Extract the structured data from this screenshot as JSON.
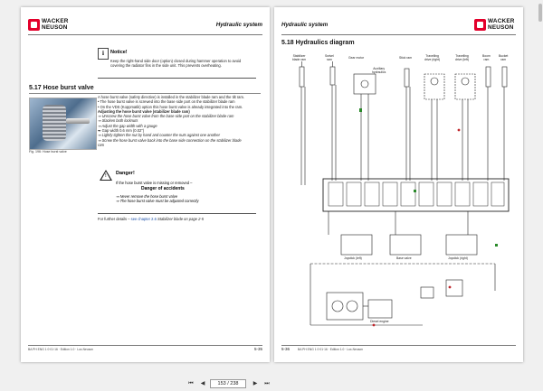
{
  "brand": {
    "line1": "WACKER",
    "line2": "NEUSON"
  },
  "left_page": {
    "header_title": "Hydraulic system",
    "notice": {
      "title": "Notice!",
      "body": "Keep the right-hand side door (option) closed during hammer operation to avoid covering the radiator fins in the side unit. This prevents overheating."
    },
    "section_title": "5.17 Hose burst valve",
    "figure_caption": "Fig. 196: Hose burst valve",
    "lines": [
      {
        "text": "A hose burst valve (safety directive) is installed in the stabilizer blade ram and the tilt ram.",
        "style": ""
      },
      {
        "text": "• The hose burst valve is screwed into the base side port on the stabilizer blade ram",
        "style": ""
      },
      {
        "text": "• On the VDS (Koppmatik) option this hose burst valve is already integrated into the ram.",
        "style": ""
      },
      {
        "text": "Adjusting the hose burst valve (stabilizer blade ram)",
        "style": "bold"
      },
      {
        "text": "⇒ Unscrew the hose burst valve from the base side port on the stabilizer blade ram",
        "style": "ital"
      },
      {
        "text": "⇒ Slacken both locknuts",
        "style": "ital"
      },
      {
        "text": "⇒ Adjust the gap width with a gauge",
        "style": "ital"
      },
      {
        "text": "    ➥ Gap width 0.6 mm (0.02\")",
        "style": ""
      },
      {
        "text": "⇒ Lightly tighten the nut by hand and counter the nuts against one another",
        "style": "ital"
      },
      {
        "text": "⇒ Screw the hose burst valve back into the base side connection on the stabilizer blade",
        "style": "ital"
      },
      {
        "text": "    ram",
        "style": "ital"
      }
    ],
    "danger": {
      "title": "Danger!",
      "intro": "If the hose burst valve is missing or removed –",
      "heading": "Danger of accidents",
      "l1": "⇒ Never remove the hose burst valve",
      "l2": "⇒ The hose burst valve must be adjusted correctly"
    },
    "further_prefix": "For further details –",
    "further_link": "see chapter 2.6",
    "further_suffix": "Stabilizer blade on page 2-5",
    "footer_doc": "BA PH ENG 1 0·01·16 · Edition 1.0 · Lux-Neuson",
    "page_number": "5-35"
  },
  "right_page": {
    "header_title": "Hydraulic system",
    "section_title": "5.18 Hydraulics diagram",
    "labels": {
      "stabilizer_ram": "Stabilizer\nblade ram",
      "swivel_ram": "Swivel\nram",
      "gear_motor": "Gear motor",
      "auxiliary": "Auxiliary\nhydraulics",
      "stick_ram": "Stick ram",
      "travel_right": "Travelling\ndrive (right)",
      "travel_left": "Travelling\ndrive (left)",
      "boom_ram": "Boom\nram",
      "bucket_ram": "Bucket\nram",
      "joystick_left": "Joystick (left)",
      "base_valve": "Base valve",
      "joystick_right": "Joystick (right)",
      "diesel_engine": "Diesel engine"
    },
    "footer_doc": "BA PH ENG 1 0·01·16 · Edition 1.0 · Lux-Neuson",
    "page_number": "5-36"
  },
  "toolbar": {
    "page_input": "153 / 238",
    "first": "⏮",
    "prev": "◀",
    "next": "▶",
    "last": "⏭"
  }
}
